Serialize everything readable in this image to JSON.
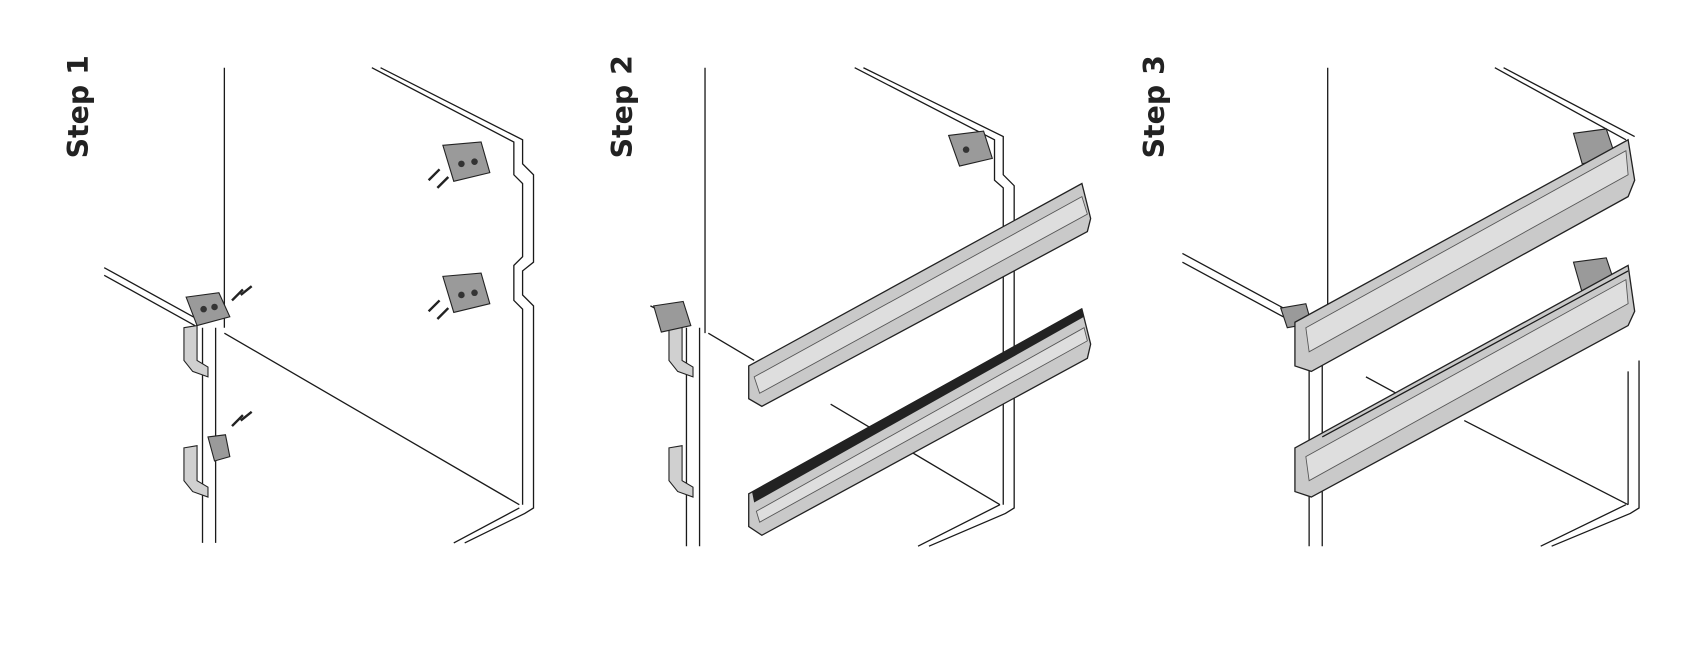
{
  "steps": [
    {
      "label": "Step 1"
    },
    {
      "label": "Step 2"
    },
    {
      "label": "Step 3"
    }
  ],
  "colors": {
    "line": "#1a1a1a",
    "rail": "#c9c9c9",
    "bracket": "#9a9a9a"
  }
}
